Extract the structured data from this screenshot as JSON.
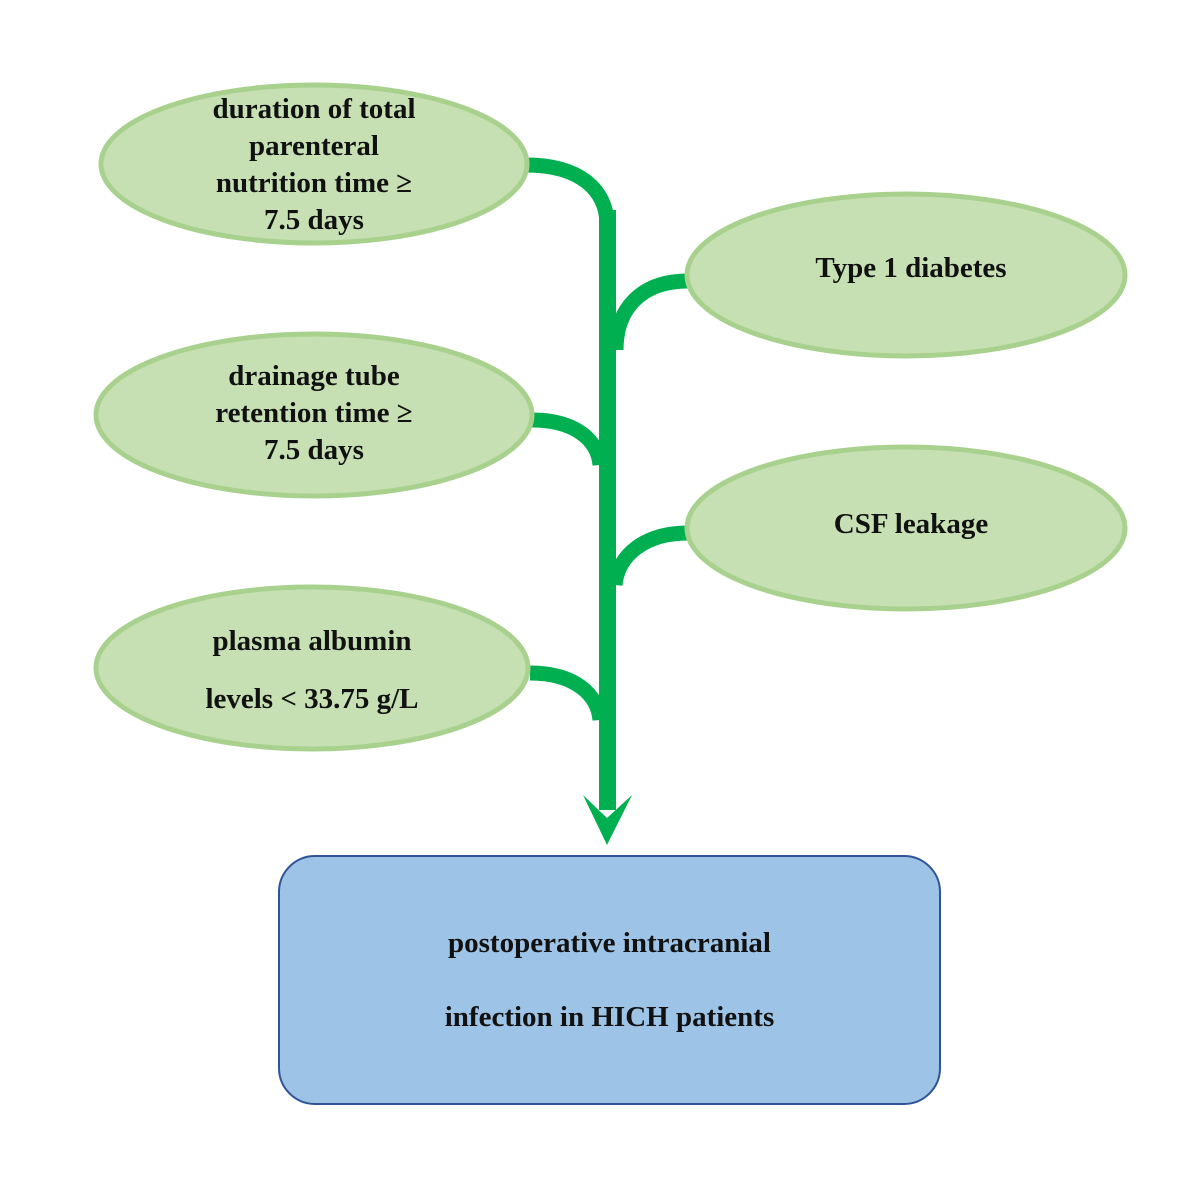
{
  "factors": [
    {
      "id": "tpn",
      "side": "left",
      "lines": [
        "duration of total",
        "parenteral",
        "nutrition time ≥",
        "7.5 days"
      ]
    },
    {
      "id": "diabetes",
      "side": "right",
      "lines": [
        "Type 1 diabetes"
      ]
    },
    {
      "id": "drainage",
      "side": "left",
      "lines": [
        "drainage tube",
        "retention time ≥",
        "7.5 days"
      ]
    },
    {
      "id": "csf",
      "side": "right",
      "lines": [
        "CSF leakage"
      ]
    },
    {
      "id": "albumin",
      "side": "left",
      "lines": [
        "plasma albumin",
        "levels < 33.75 g/L"
      ]
    }
  ],
  "outcome": {
    "lines": [
      "postoperative intracranial",
      "infection in HICH patients"
    ]
  },
  "colors": {
    "ellipse_fill": "#c6e0b4",
    "ellipse_stroke": "#a9d18e",
    "arrow": "#00b050",
    "outcome_fill": "#9dc3e6",
    "outcome_stroke": "#2f5597",
    "text": "#111111"
  }
}
